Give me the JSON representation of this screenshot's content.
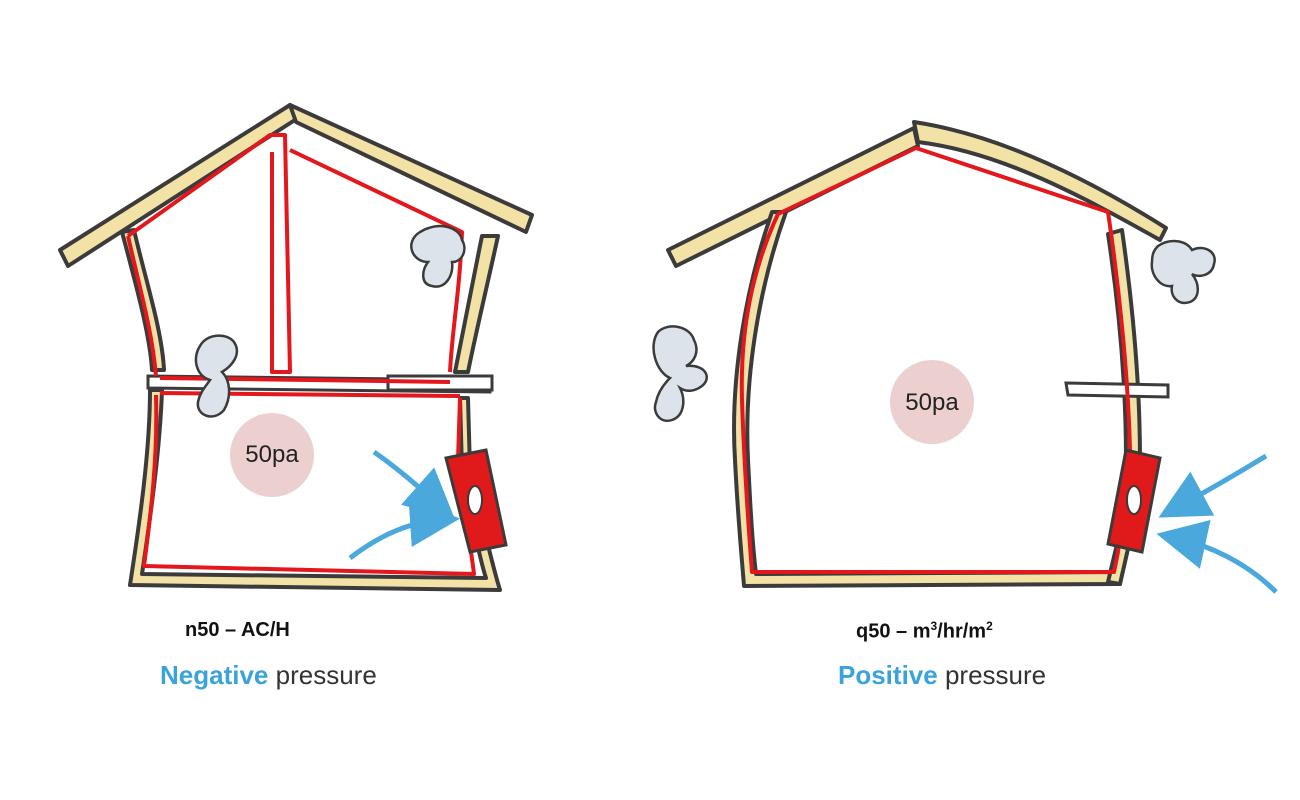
{
  "left": {
    "pressure_value": "50pa",
    "metric": "n50 – AC/H",
    "mode_highlight": "Negative",
    "mode_rest": "pressure"
  },
  "right": {
    "pressure_value": "50pa",
    "metric_prefix": "q50 – m",
    "metric_sup1": "3",
    "metric_mid": "/hr/m",
    "metric_sup2": "2",
    "mode_highlight": "Positive",
    "mode_rest": "pressure"
  },
  "colors": {
    "wall_fill": "#f2e2a6",
    "wall_outline": "#3b3b3b",
    "air_barrier": "#e3171c",
    "fan_red": "#e01a1a",
    "airflow_arrow": "#4aa8dc",
    "pressure_bubble": "#ecd0d0",
    "leak_cloud": "#dde3ea",
    "accent_text": "#3aa3db"
  }
}
